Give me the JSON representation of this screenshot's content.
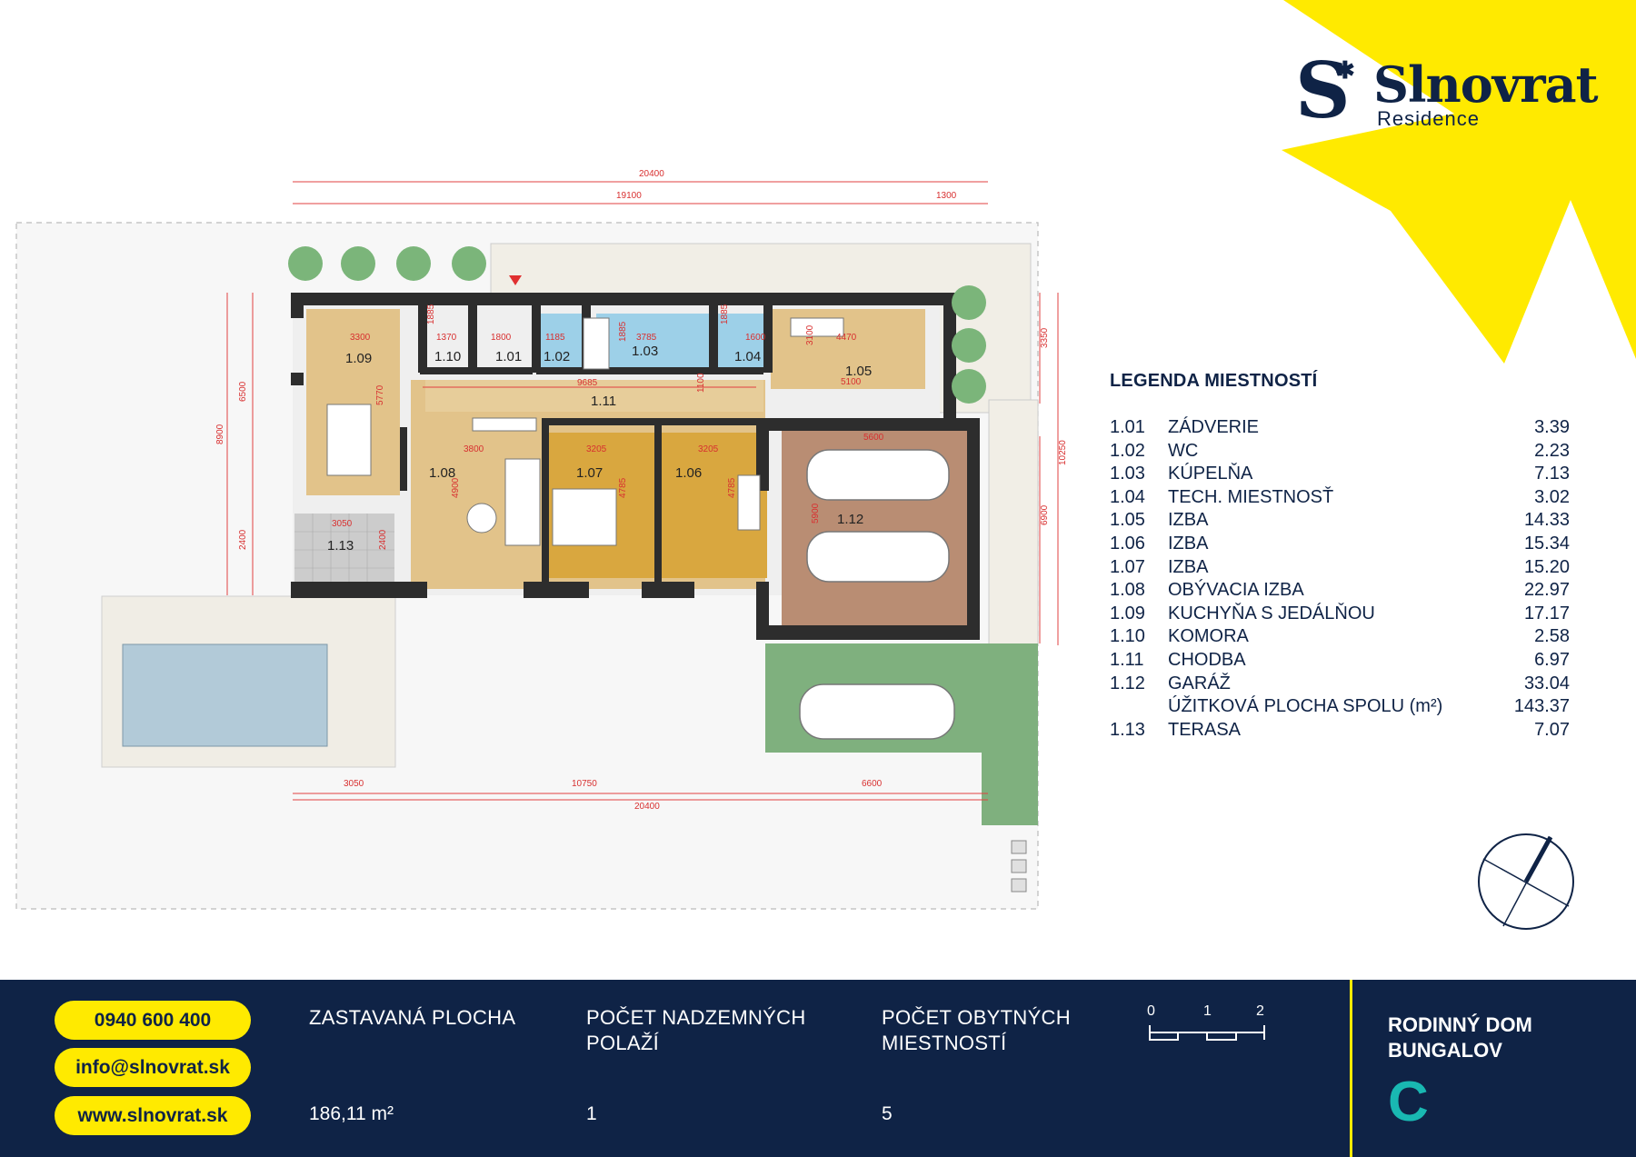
{
  "brand": {
    "name": "Slnovrat",
    "sub": "Residence",
    "accent": "#ffea00",
    "navy": "#0f2346",
    "teal": "#19b8b2"
  },
  "plan": {
    "rooms": [
      {
        "code": "1.01",
        "area": "3.39"
      },
      {
        "code": "1.02",
        "area": "2.23"
      },
      {
        "code": "1.03",
        "area": "7.13"
      },
      {
        "code": "1.04",
        "area": "3.02"
      },
      {
        "code": "1.05",
        "area": "14.33"
      },
      {
        "code": "1.06",
        "area": "15.34"
      },
      {
        "code": "1.07",
        "area": "15.20"
      },
      {
        "code": "1.08",
        "area": "22.97"
      },
      {
        "code": "1.09",
        "area": "17.17"
      },
      {
        "code": "1.10",
        "area": "2.58"
      },
      {
        "code": "1.11",
        "area": "6.97"
      },
      {
        "code": "1.12",
        "area": "33.04"
      },
      {
        "code": "1.13",
        "area": "7.07"
      }
    ],
    "dimensions": [
      "20400",
      "19100",
      "1300",
      "3300",
      "1370",
      "1800",
      "1185",
      "3785",
      "1885",
      "1600",
      "4470",
      "9685",
      "5100",
      "3100",
      "1100",
      "3800",
      "3205",
      "3205",
      "5600",
      "4900",
      "4785",
      "4785",
      "5900",
      "3050",
      "2400",
      "2400",
      "5770",
      "6500",
      "8900",
      "3350",
      "10250",
      "6900",
      "10750",
      "6600",
      "3050",
      "20400",
      "1885",
      "1885",
      "1885"
    ]
  },
  "legend": {
    "title": "LEGENDA MIESTNOSTÍ",
    "rows": [
      {
        "code": "1.01",
        "name": "ZÁDVERIE",
        "area": "3.39"
      },
      {
        "code": "1.02",
        "name": "WC",
        "area": "2.23"
      },
      {
        "code": "1.03",
        "name": "KÚPELŇA",
        "area": "7.13"
      },
      {
        "code": "1.04",
        "name": "TECH. MIESTNOSŤ",
        "area": "3.02"
      },
      {
        "code": "1.05",
        "name": "IZBA",
        "area": "14.33"
      },
      {
        "code": "1.06",
        "name": "IZBA",
        "area": "15.34"
      },
      {
        "code": "1.07",
        "name": "IZBA",
        "area": "15.20"
      },
      {
        "code": "1.08",
        "name": "OBÝVACIA IZBA",
        "area": "22.97"
      },
      {
        "code": "1.09",
        "name": "KUCHYŇA S JEDÁLŇOU",
        "area": "17.17"
      },
      {
        "code": "1.10",
        "name": "KOMORA",
        "area": "2.58"
      },
      {
        "code": "1.11",
        "name": "CHODBA",
        "area": "6.97"
      },
      {
        "code": "1.12",
        "name": "GARÁŽ",
        "area": "33.04"
      },
      {
        "code": "",
        "name": "ÚŽITKOVÁ PLOCHA SPOLU (m²)",
        "area": "143.37"
      },
      {
        "code": "1.13",
        "name": "TERASA",
        "area": "7.07"
      }
    ]
  },
  "footer": {
    "phone": "0940 600 400",
    "email": "info@slnovrat.sk",
    "web": "www.slnovrat.sk",
    "built_area_label": "ZASTAVANÁ PLOCHA",
    "built_area_value": "186,11 m²",
    "floors_label_1": "POČET NADZEMNÝCH",
    "floors_label_2": "POLAŽÍ",
    "floors_value": "1",
    "rooms_label_1": "POČET OBYTNÝCH",
    "rooms_label_2": "MIESTNOSTÍ",
    "rooms_value": "5",
    "scale": [
      "0",
      "1",
      "2"
    ],
    "house_title_1": "RODINNÝ DOM",
    "house_title_2": "BUNGALOV",
    "house_letter": "C"
  }
}
